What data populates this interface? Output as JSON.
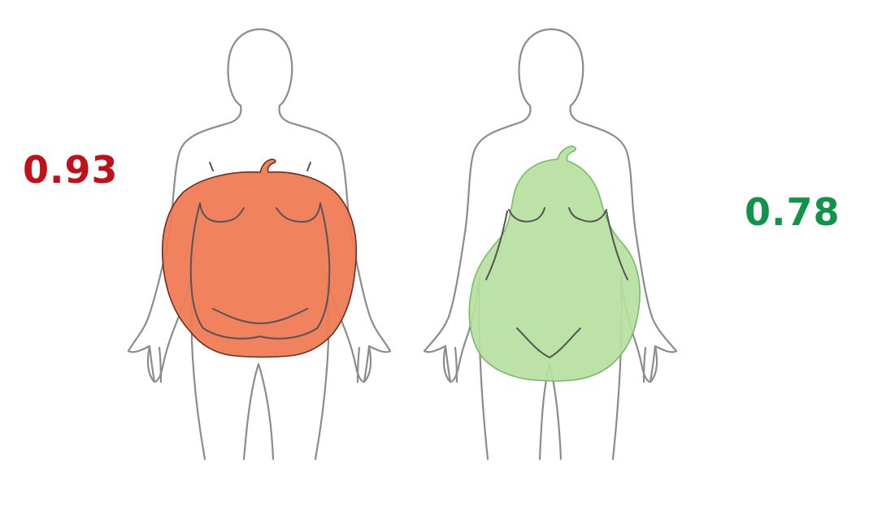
{
  "figures": [
    {
      "shape": "apple",
      "ratio": "0.93",
      "fill_color": "#ef7b55",
      "text_color": "#c0101a"
    },
    {
      "shape": "pear",
      "ratio": "0.78",
      "fill_color": "#b6e0a0",
      "text_color": "#12934a"
    }
  ]
}
